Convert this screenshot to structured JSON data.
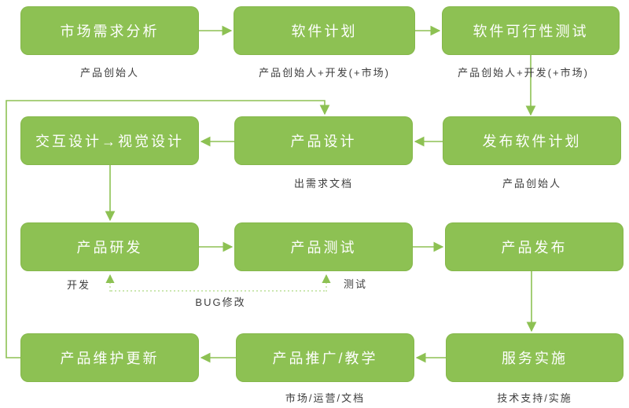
{
  "diagram_type": "flowchart",
  "nodes": [
    {
      "id": "market-analysis",
      "label": "市场需求分析",
      "sublabel": "产品创始人"
    },
    {
      "id": "software-plan",
      "label": "软件计划",
      "sublabel": "产品创始人+开发(+市场)"
    },
    {
      "id": "feasibility-test",
      "label": "软件可行性测试",
      "sublabel": "产品创始人+开发(+市场)"
    },
    {
      "id": "ux-visual-design",
      "label": "交互设计→视觉设计",
      "sublabel": ""
    },
    {
      "id": "product-design",
      "label": "产品设计",
      "sublabel": "出需求文档"
    },
    {
      "id": "release-plan",
      "label": "发布软件计划",
      "sublabel": "产品创始人"
    },
    {
      "id": "product-dev",
      "label": "产品研发",
      "sublabel": "开发"
    },
    {
      "id": "product-test",
      "label": "产品测试",
      "sublabel": "测试"
    },
    {
      "id": "product-release",
      "label": "产品发布",
      "sublabel": ""
    },
    {
      "id": "maintenance",
      "label": "产品维护更新",
      "sublabel": ""
    },
    {
      "id": "promotion",
      "label": "产品推广/教学",
      "sublabel": "市场/运营/文档"
    },
    {
      "id": "service",
      "label": "服务实施",
      "sublabel": "技术支持/实施"
    }
  ],
  "annotations": {
    "bug_fix": "BUG修改"
  },
  "edges": [
    {
      "from": "市场需求分析",
      "to": "软件计划",
      "style": "solid"
    },
    {
      "from": "软件计划",
      "to": "软件可行性测试",
      "style": "solid"
    },
    {
      "from": "软件可行性测试",
      "to": "发布软件计划",
      "style": "solid"
    },
    {
      "from": "发布软件计划",
      "to": "产品设计",
      "style": "solid"
    },
    {
      "from": "产品设计",
      "to": "交互设计→视觉设计",
      "style": "solid"
    },
    {
      "from": "交互设计→视觉设计",
      "to": "产品研发",
      "style": "solid"
    },
    {
      "from": "产品研发",
      "to": "产品测试",
      "style": "solid"
    },
    {
      "from": "产品测试",
      "to": "产品发布",
      "style": "solid"
    },
    {
      "from": "产品发布",
      "to": "服务实施",
      "style": "solid"
    },
    {
      "from": "服务实施",
      "to": "产品推广/教学",
      "style": "solid"
    },
    {
      "from": "产品推广/教学",
      "to": "产品维护更新",
      "style": "solid"
    },
    {
      "from": "产品维护更新",
      "to": "产品设计",
      "style": "solid",
      "note": "feedback loop along left edge"
    },
    {
      "from": "产品测试",
      "to": "产品研发",
      "style": "dotted",
      "label": "BUG修改",
      "bidirectional": true
    }
  ],
  "colors": {
    "node_fill": "#8dc153",
    "node_text": "#ffffff",
    "connector": "#8dc153",
    "dotted_connector": "#bcdf97",
    "label_text": "#3d3d3d",
    "background": "#ffffff"
  }
}
